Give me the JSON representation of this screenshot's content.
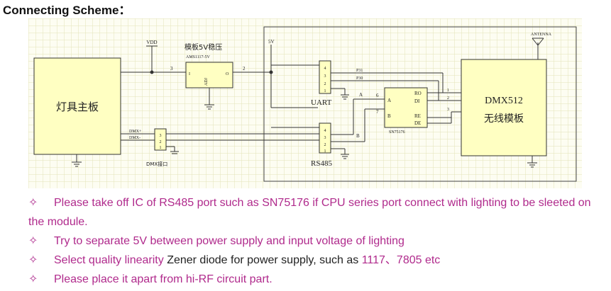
{
  "heading": "Connecting Scheme：",
  "diagram": {
    "lamp_board": "灯具主板",
    "regulator_title": "模板5V稳压",
    "regulator_part": "AMS1117-5V",
    "regulator_pins": {
      "in": "I",
      "adj": "ADJ",
      "out": "O"
    },
    "vdd": "VDD",
    "five_v": "5V",
    "net3": "3",
    "net2": "2",
    "uart": "UART",
    "uart_pins": [
      "4",
      "3",
      "2",
      "1"
    ],
    "p31": "P31",
    "p30": "P30",
    "rs485": "RS485",
    "rs485_pins": [
      "4",
      "3",
      "2",
      "1"
    ],
    "sn_part": "SN75176",
    "sn_pins": {
      "a": "A",
      "b": "B",
      "ro": "RO",
      "di": "DI",
      "re": "RE",
      "de": "DE"
    },
    "sn_nums": {
      "six": "6",
      "seven": "7"
    },
    "a_label": "A",
    "b_label": "B",
    "dmx_plus": "DMX+",
    "dmx_minus": "DMX-",
    "dmx_conn_pins": [
      "3",
      "2",
      "1"
    ],
    "dmx_port": "DMX接口",
    "module_title": "DMX512",
    "module_sub": "无线模板",
    "module_pins": [
      "1",
      "2",
      "3"
    ],
    "antenna": "ANTENNA"
  },
  "notes": [
    {
      "bullet": "✧",
      "parts": [
        {
          "text": "Please take off IC of RS485 port such as SN75176 if CPU series port connect with lighting to be sleeted on the module.",
          "color": "pink"
        }
      ]
    },
    {
      "bullet": "✧",
      "parts": [
        {
          "text": "Try to separate 5V between power supply and input voltage of lighting",
          "color": "pink"
        }
      ]
    },
    {
      "bullet": "✧",
      "parts": [
        {
          "text": "Select quality linearity ",
          "color": "pink"
        },
        {
          "text": "Zener diode for power supply, such as ",
          "color": "dark"
        },
        {
          "text": "1117、7805 etc",
          "color": "pink"
        }
      ]
    },
    {
      "bullet": "✧",
      "parts": [
        {
          "text": "Please place it apart from hi-RF circuit part.",
          "color": "pink"
        }
      ]
    }
  ]
}
